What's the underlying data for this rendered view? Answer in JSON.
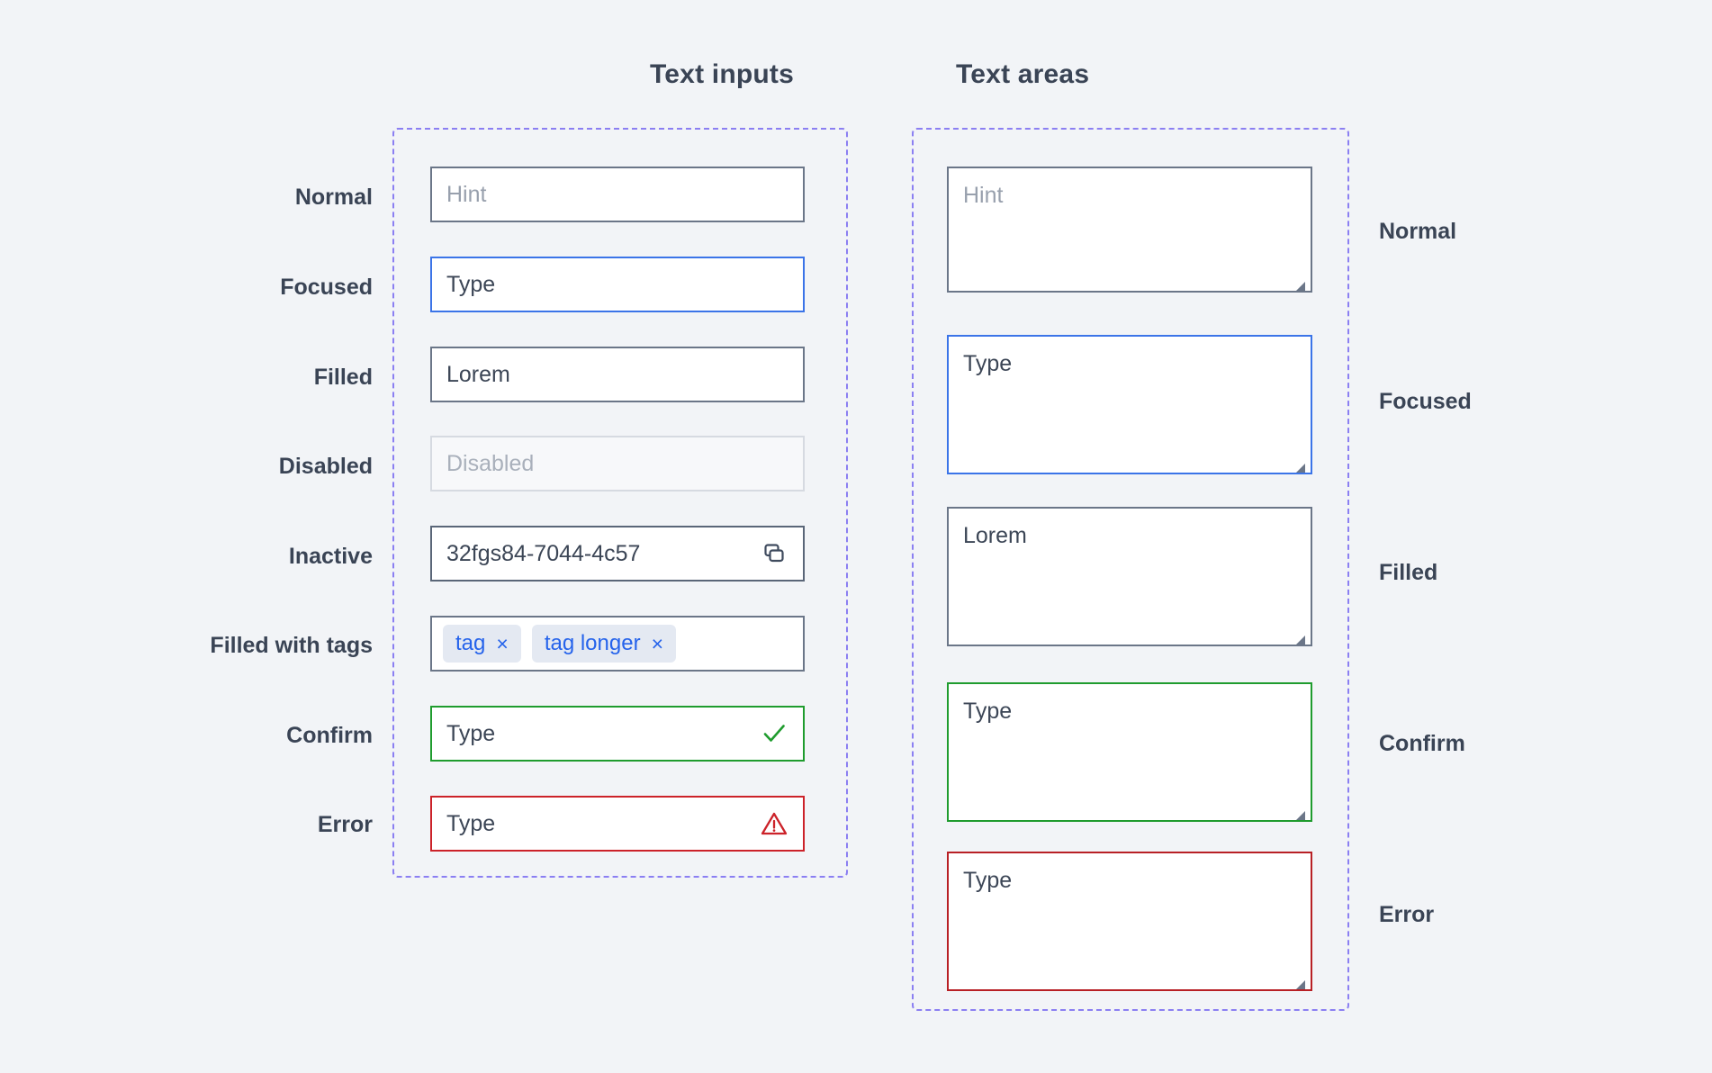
{
  "headings": {
    "text_inputs": "Text inputs",
    "text_areas": "Text areas"
  },
  "colors": {
    "page_background": "#f2f4f7",
    "frame_dashed": "#8b7ff2",
    "label_text": "#3a4455",
    "value_text": "#3c4656",
    "placeholder_text": "#98a0ad",
    "border_normal": "#6b7688",
    "border_focused": "#3b74e8",
    "border_disabled": "#d6dae1",
    "disabled_fill": "#f7f8fa",
    "border_confirm": "#1f9c2e",
    "border_error": "#cc2229",
    "tag_background": "#e4e9f2",
    "tag_text": "#2563eb"
  },
  "text_inputs": {
    "labels": [
      "Normal",
      "Focused",
      "Filled",
      "Disabled",
      "Inactive",
      "Filled with tags",
      "Confirm",
      "Error"
    ],
    "rows": [
      {
        "state": "normal",
        "value": "",
        "placeholder": "Hint",
        "icon": ""
      },
      {
        "state": "focused",
        "value": "Type",
        "placeholder": "",
        "icon": ""
      },
      {
        "state": "filled",
        "value": "Lorem",
        "placeholder": "",
        "icon": ""
      },
      {
        "state": "disabled",
        "value": "Disabled",
        "placeholder": "",
        "icon": ""
      },
      {
        "state": "inactive",
        "value": "32fgs84-7044-4c57",
        "placeholder": "",
        "icon": "copy-icon"
      },
      {
        "state": "tags",
        "value": "",
        "placeholder": "",
        "icon": ""
      },
      {
        "state": "confirm",
        "value": "Type",
        "placeholder": "",
        "icon": "check-icon"
      },
      {
        "state": "error",
        "value": "Type",
        "placeholder": "",
        "icon": "warning-icon"
      }
    ],
    "tags": [
      {
        "label": "tag",
        "close": "×"
      },
      {
        "label": "tag longer",
        "close": "×"
      }
    ]
  },
  "text_areas": {
    "labels": [
      "Normal",
      "Focused",
      "Filled",
      "Confirm",
      "Error"
    ],
    "rows": [
      {
        "state": "normal",
        "value": "",
        "placeholder": "Hint"
      },
      {
        "state": "focused",
        "value": "Type",
        "placeholder": ""
      },
      {
        "state": "filled",
        "value": "Lorem",
        "placeholder": ""
      },
      {
        "state": "confirm",
        "value": "Type",
        "placeholder": ""
      },
      {
        "state": "error",
        "value": "Type",
        "placeholder": ""
      }
    ]
  }
}
